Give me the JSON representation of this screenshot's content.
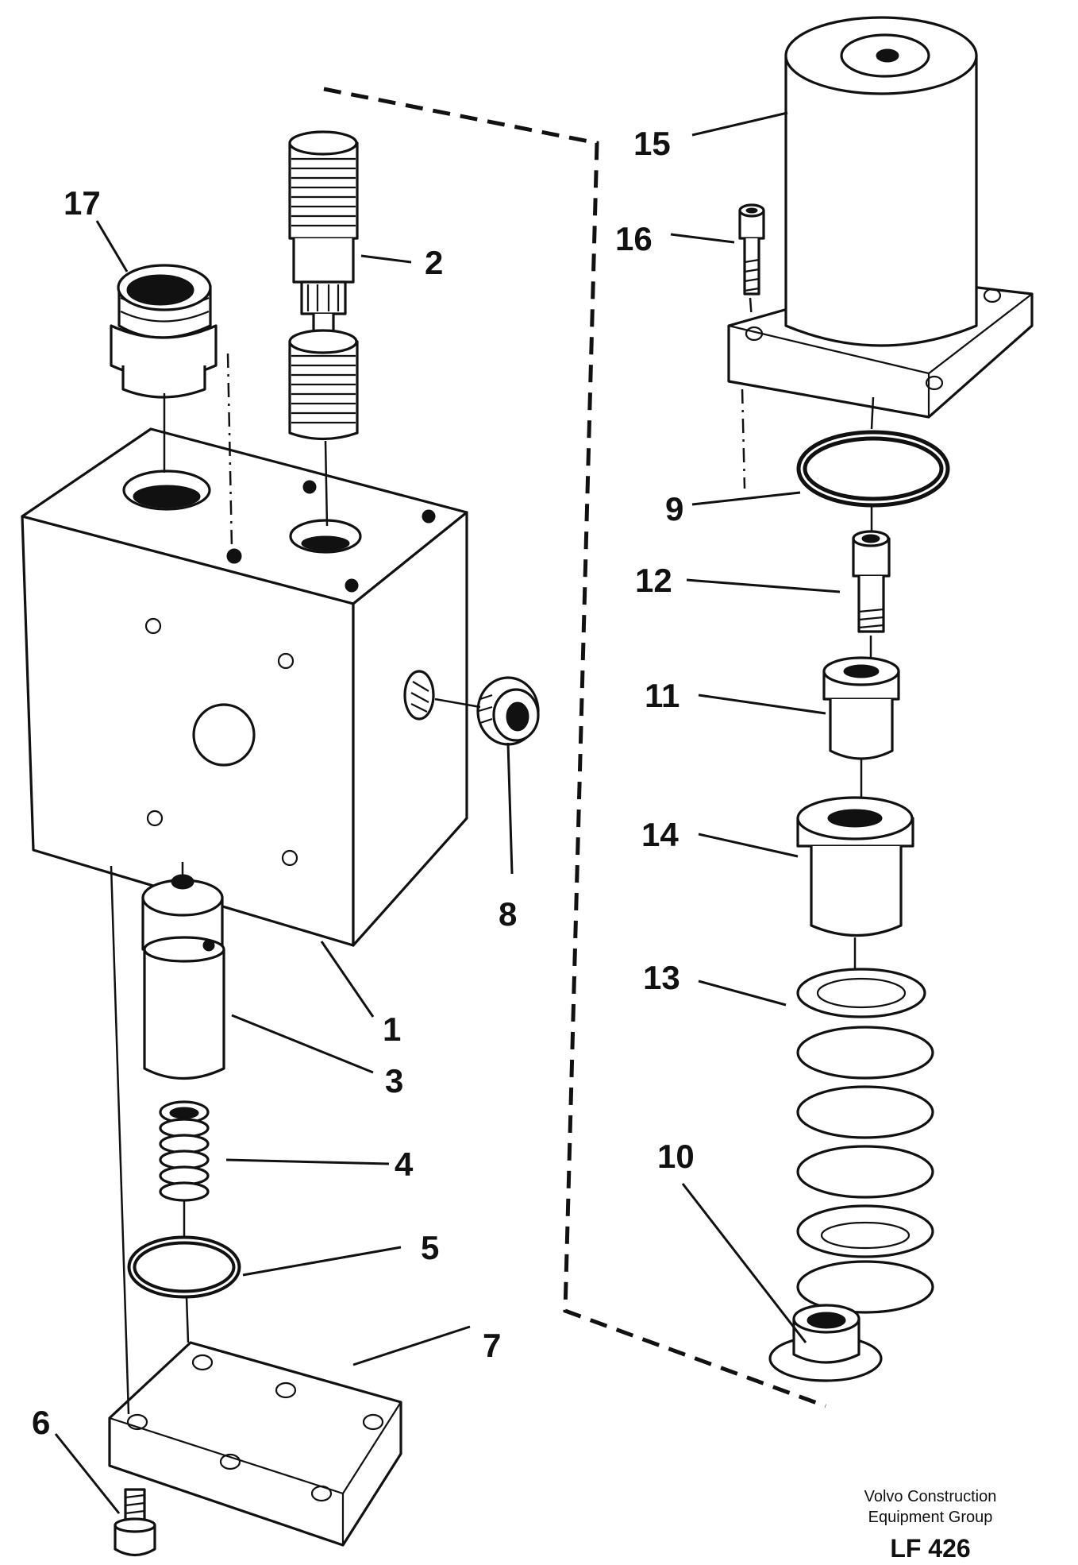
{
  "callouts": [
    "1",
    "2",
    "3",
    "4",
    "5",
    "6",
    "7",
    "8",
    "9",
    "10",
    "11",
    "12",
    "13",
    "14",
    "15",
    "16",
    "17"
  ],
  "footer": {
    "line1": "Volvo Construction",
    "line2": "Equipment Group",
    "code": "LF 426"
  }
}
